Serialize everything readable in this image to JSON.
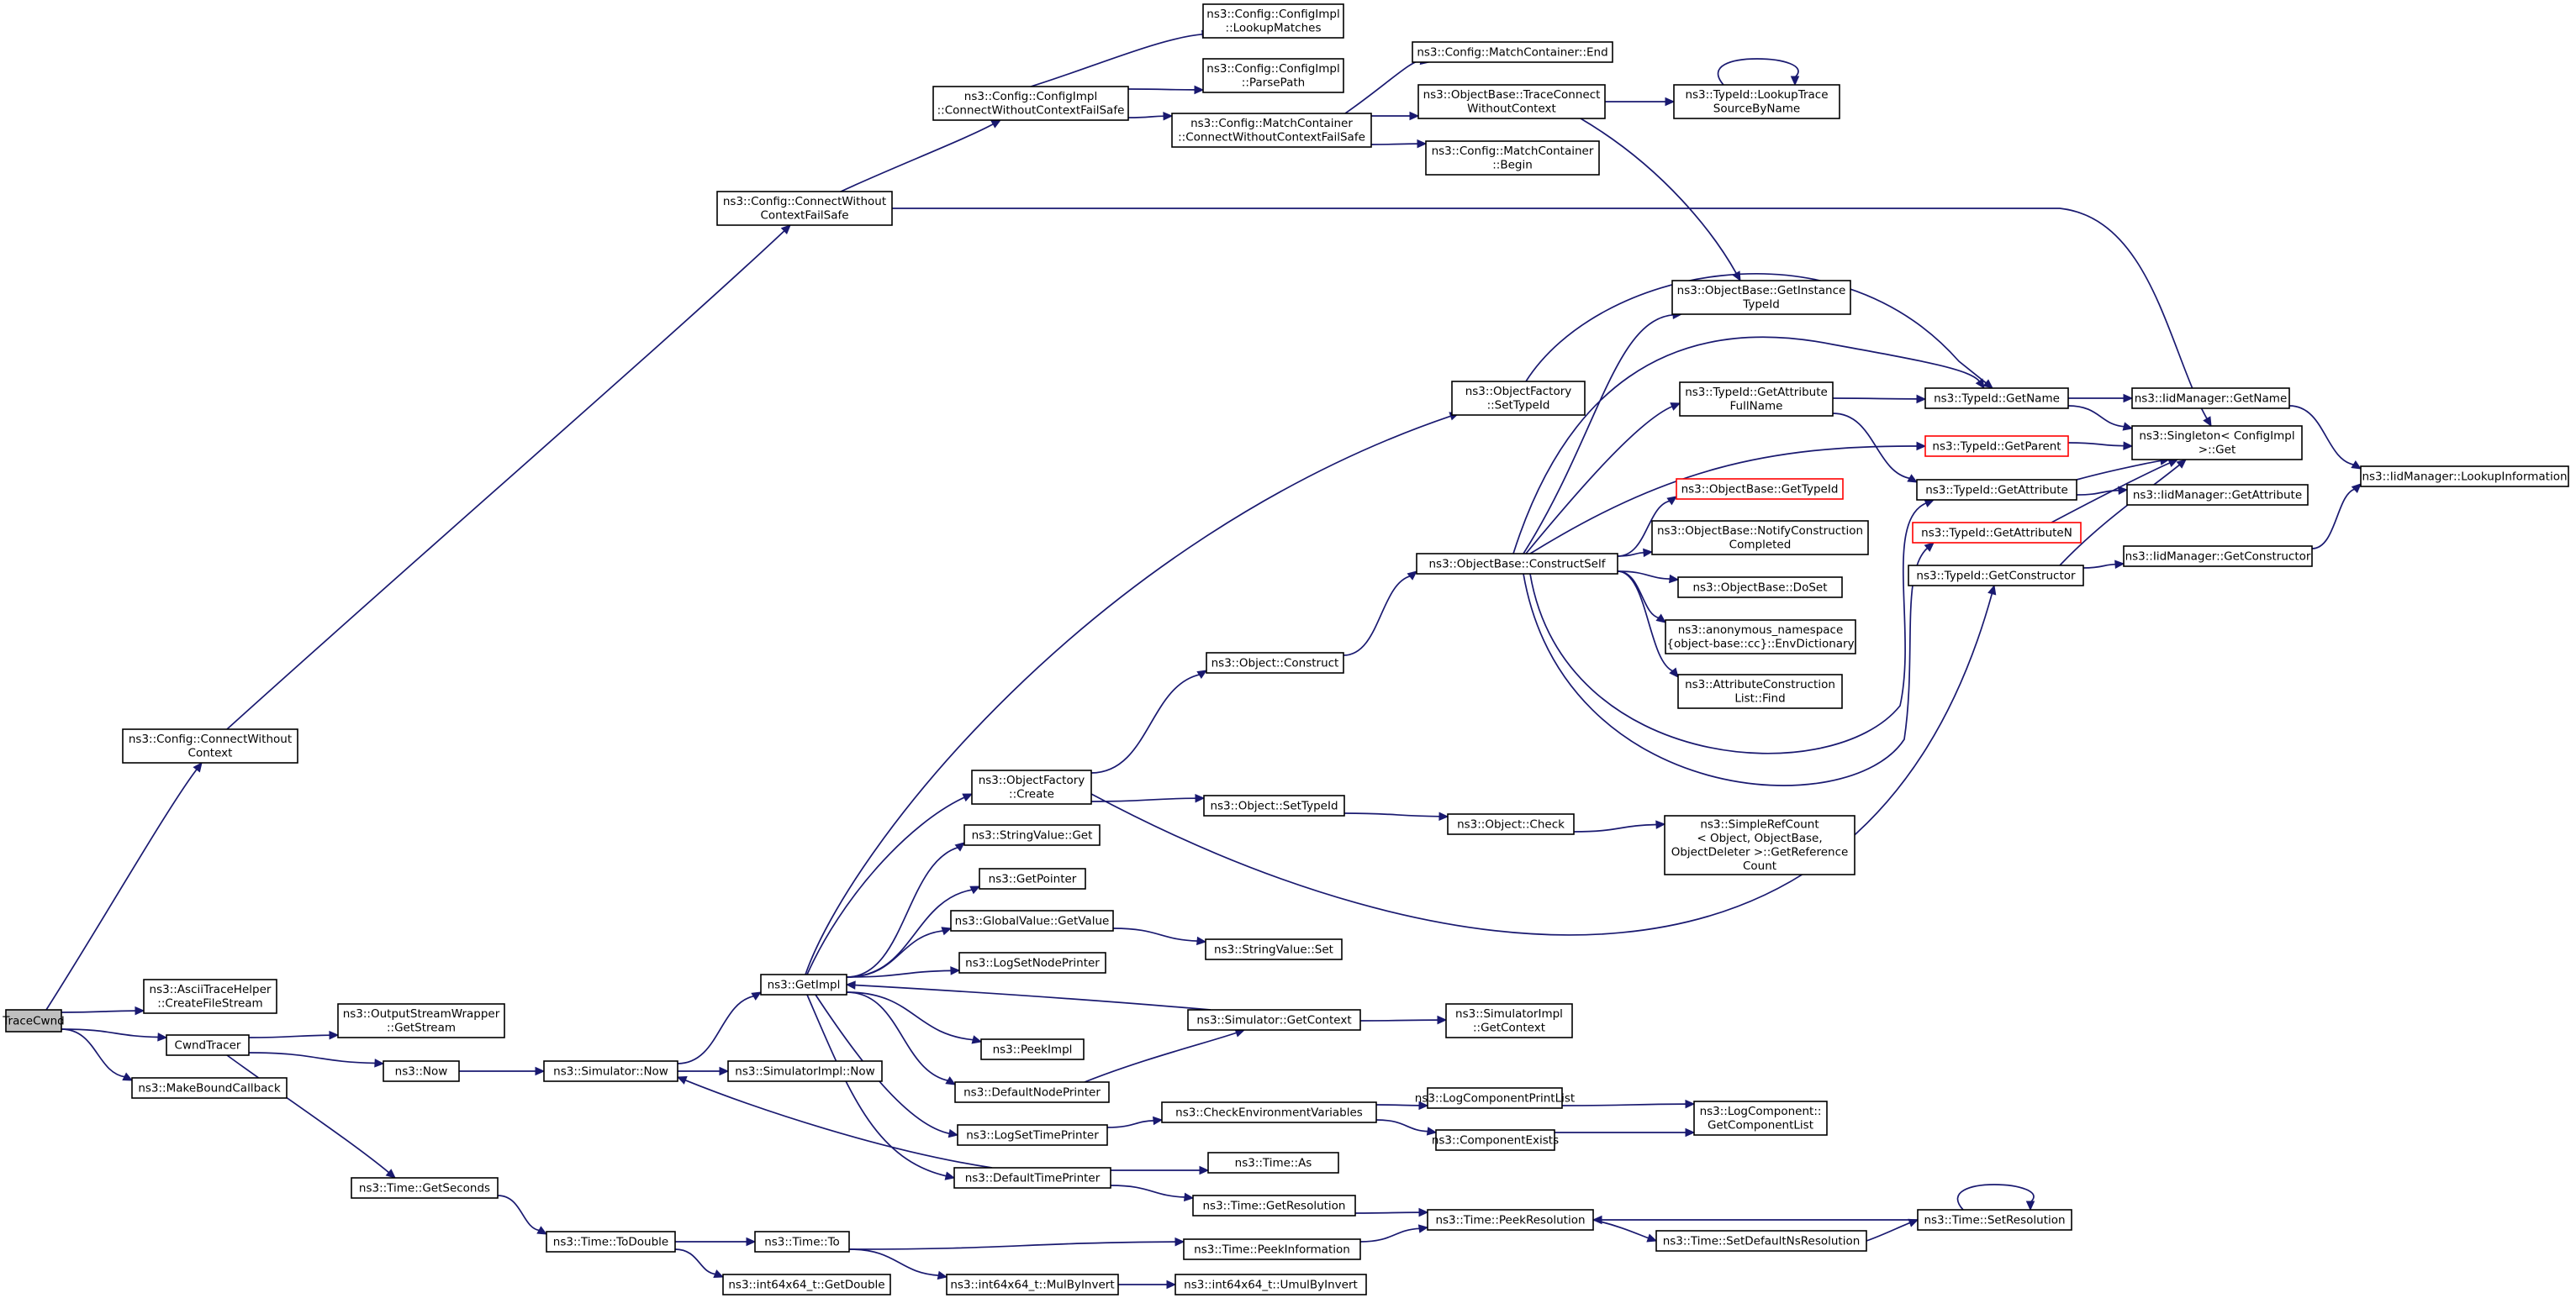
{
  "graph": {
    "title": "",
    "edge_color": "#191970",
    "root_fill": "#bfbfbf",
    "truncated_border": "#ff0000",
    "nodes": [
      {
        "id": "TraceCwnd",
        "lines": [
          "TraceCwnd"
        ],
        "root": true
      },
      {
        "id": "ConnectWithoutContext",
        "lines": [
          "ns3::Config::ConnectWithout",
          "Context"
        ]
      },
      {
        "id": "CreateFileStream",
        "lines": [
          "ns3::AsciiTraceHelper",
          "::CreateFileStream"
        ]
      },
      {
        "id": "CwndTracer",
        "lines": [
          "CwndTracer"
        ]
      },
      {
        "id": "MakeBoundCallback",
        "lines": [
          "ns3::MakeBoundCallback"
        ]
      },
      {
        "id": "ConnectWithoutContextFailSafe",
        "lines": [
          "ns3::Config::ConnectWithout",
          "ContextFailSafe"
        ]
      },
      {
        "id": "CIConnectFailSafe",
        "lines": [
          "ns3::Config::ConfigImpl",
          "::ConnectWithoutContextFailSafe"
        ]
      },
      {
        "id": "LookupMatches",
        "lines": [
          "ns3::Config::ConfigImpl",
          "::LookupMatches"
        ]
      },
      {
        "id": "ParsePath",
        "lines": [
          "ns3::Config::ConfigImpl",
          "::ParsePath"
        ]
      },
      {
        "id": "MCConnect",
        "lines": [
          "ns3::Config::MatchContainer",
          "::ConnectWithoutContextFailSafe"
        ]
      },
      {
        "id": "MCEnd",
        "lines": [
          "ns3::Config::MatchContainer::End"
        ]
      },
      {
        "id": "TraceConnect",
        "lines": [
          "ns3::ObjectBase::TraceConnect",
          "WithoutContext"
        ]
      },
      {
        "id": "MCBegin",
        "lines": [
          "ns3::Config::MatchContainer",
          "::Begin"
        ]
      },
      {
        "id": "LookupTrace",
        "lines": [
          "ns3::TypeId::LookupTrace",
          "SourceByName"
        ]
      },
      {
        "id": "GetInstanceTypeId",
        "lines": [
          "ns3::ObjectBase::GetInstance",
          "TypeId"
        ]
      },
      {
        "id": "GetAttributeFullName",
        "lines": [
          "ns3::TypeId::GetAttribute",
          "FullName"
        ]
      },
      {
        "id": "GetName",
        "lines": [
          "ns3::TypeId::GetName"
        ]
      },
      {
        "id": "IidGetName",
        "lines": [
          "ns3::IidManager::GetName"
        ]
      },
      {
        "id": "GetParent",
        "lines": [
          "ns3::TypeId::GetParent"
        ],
        "truncated": true
      },
      {
        "id": "SingletonGet",
        "lines": [
          "ns3::Singleton< ConfigImpl",
          "  >::Get"
        ]
      },
      {
        "id": "LookupInformation",
        "lines": [
          "ns3::IidManager::LookupInformation"
        ]
      },
      {
        "id": "GetAttribute",
        "lines": [
          "ns3::TypeId::GetAttribute"
        ]
      },
      {
        "id": "IidGetAttribute",
        "lines": [
          "ns3::IidManager::GetAttribute"
        ]
      },
      {
        "id": "GetAttributeN",
        "lines": [
          "ns3::TypeId::GetAttributeN"
        ],
        "truncated": true
      },
      {
        "id": "GetConstructor",
        "lines": [
          "ns3::TypeId::GetConstructor"
        ]
      },
      {
        "id": "IidGetConstructor",
        "lines": [
          "ns3::IidManager::GetConstructor"
        ]
      },
      {
        "id": "SetTypeId",
        "lines": [
          "ns3::ObjectFactory",
          "::SetTypeId"
        ]
      },
      {
        "id": "GetTypeId",
        "lines": [
          "ns3::ObjectBase::GetTypeId"
        ],
        "truncated": true
      },
      {
        "id": "NotifyConstruction",
        "lines": [
          "ns3::ObjectBase::NotifyConstruction",
          "Completed"
        ]
      },
      {
        "id": "ConstructSelf",
        "lines": [
          "ns3::ObjectBase::ConstructSelf"
        ]
      },
      {
        "id": "DoSet",
        "lines": [
          "ns3::ObjectBase::DoSet"
        ]
      },
      {
        "id": "EnvDictionary",
        "lines": [
          "ns3::anonymous_namespace",
          "{object-base::cc}::EnvDictionary"
        ]
      },
      {
        "id": "ACLFind",
        "lines": [
          "ns3::AttributeConstruction",
          "List::Find"
        ]
      },
      {
        "id": "ObjectConstruct",
        "lines": [
          "ns3::Object::Construct"
        ]
      },
      {
        "id": "OFCreate",
        "lines": [
          "ns3::ObjectFactory",
          "::Create"
        ]
      },
      {
        "id": "ObjSetTypeId",
        "lines": [
          "ns3::Object::SetTypeId"
        ]
      },
      {
        "id": "ObjCheck",
        "lines": [
          "ns3::Object::Check"
        ]
      },
      {
        "id": "GetReferenceCount",
        "lines": [
          "ns3::SimpleRefCount",
          "< Object, ObjectBase,",
          "ObjectDeleter >::GetReference",
          "Count"
        ]
      },
      {
        "id": "StringValueGet",
        "lines": [
          "ns3::StringValue::Get"
        ]
      },
      {
        "id": "GetPointer",
        "lines": [
          "ns3::GetPointer"
        ]
      },
      {
        "id": "GVGetValue",
        "lines": [
          "ns3::GlobalValue::GetValue"
        ]
      },
      {
        "id": "StringValueSet",
        "lines": [
          "ns3::StringValue::Set"
        ]
      },
      {
        "id": "LogSetNodePrinter",
        "lines": [
          "ns3::LogSetNodePrinter"
        ]
      },
      {
        "id": "GetImpl",
        "lines": [
          "ns3::GetImpl"
        ]
      },
      {
        "id": "SimGetContext",
        "lines": [
          "ns3::Simulator::GetContext"
        ]
      },
      {
        "id": "SimImplGetContext",
        "lines": [
          "ns3::SimulatorImpl",
          "::GetContext"
        ]
      },
      {
        "id": "PeekImpl",
        "lines": [
          "ns3::PeekImpl"
        ]
      },
      {
        "id": "OSWGetStream",
        "lines": [
          "ns3::OutputStreamWrapper",
          "::GetStream"
        ]
      },
      {
        "id": "Now",
        "lines": [
          "ns3::Now"
        ]
      },
      {
        "id": "SimNow",
        "lines": [
          "ns3::Simulator::Now"
        ]
      },
      {
        "id": "SimImplNow",
        "lines": [
          "ns3::SimulatorImpl::Now"
        ]
      },
      {
        "id": "DefaultNodePrinter",
        "lines": [
          "ns3::DefaultNodePrinter"
        ]
      },
      {
        "id": "LogSetTimePrinter",
        "lines": [
          "ns3::LogSetTimePrinter"
        ]
      },
      {
        "id": "CheckEnv",
        "lines": [
          "ns3::CheckEnvironmentVariables"
        ]
      },
      {
        "id": "LogComponentPrintList",
        "lines": [
          "ns3::LogComponentPrintList"
        ]
      },
      {
        "id": "ComponentExists",
        "lines": [
          "ns3::ComponentExists"
        ]
      },
      {
        "id": "GetComponentList",
        "lines": [
          "ns3::LogComponent::",
          "GetComponentList"
        ]
      },
      {
        "id": "DefaultTimePrinter",
        "lines": [
          "ns3::DefaultTimePrinter"
        ]
      },
      {
        "id": "TimeAs",
        "lines": [
          "ns3::Time::As"
        ]
      },
      {
        "id": "GetResolution",
        "lines": [
          "ns3::Time::GetResolution"
        ]
      },
      {
        "id": "PeekResolution",
        "lines": [
          "ns3::Time::PeekResolution"
        ]
      },
      {
        "id": "SetResolution",
        "lines": [
          "ns3::Time::SetResolution"
        ]
      },
      {
        "id": "SetDefaultNsResolution",
        "lines": [
          "ns3::Time::SetDefaultNsResolution"
        ]
      },
      {
        "id": "GetSeconds",
        "lines": [
          "ns3::Time::GetSeconds"
        ]
      },
      {
        "id": "ToDouble",
        "lines": [
          "ns3::Time::ToDouble"
        ]
      },
      {
        "id": "TimeTo",
        "lines": [
          "ns3::Time::To"
        ]
      },
      {
        "id": "PeekInformation",
        "lines": [
          "ns3::Time::PeekInformation"
        ]
      },
      {
        "id": "GetDouble",
        "lines": [
          "ns3::int64x64_t::GetDouble"
        ]
      },
      {
        "id": "MulByInvert",
        "lines": [
          "ns3::int64x64_t::MulByInvert"
        ]
      },
      {
        "id": "UmulByInvert",
        "lines": [
          "ns3::int64x64_t::UmulByInvert"
        ]
      }
    ],
    "edges": [
      [
        "TraceCwnd",
        "ConnectWithoutContext"
      ],
      [
        "TraceCwnd",
        "CreateFileStream"
      ],
      [
        "TraceCwnd",
        "CwndTracer"
      ],
      [
        "TraceCwnd",
        "MakeBoundCallback"
      ],
      [
        "ConnectWithoutContext",
        "ConnectWithoutContextFailSafe"
      ],
      [
        "ConnectWithoutContextFailSafe",
        "CIConnectFailSafe"
      ],
      [
        "ConnectWithoutContextFailSafe",
        "SingletonGet"
      ],
      [
        "CIConnectFailSafe",
        "LookupMatches"
      ],
      [
        "CIConnectFailSafe",
        "ParsePath"
      ],
      [
        "CIConnectFailSafe",
        "MCConnect"
      ],
      [
        "MCConnect",
        "MCEnd"
      ],
      [
        "MCConnect",
        "TraceConnect"
      ],
      [
        "MCConnect",
        "MCBegin"
      ],
      [
        "TraceConnect",
        "LookupTrace"
      ],
      [
        "TraceConnect",
        "GetInstanceTypeId"
      ],
      [
        "LookupTrace",
        "LookupTrace"
      ],
      [
        "CwndTracer",
        "OSWGetStream"
      ],
      [
        "CwndTracer",
        "Now"
      ],
      [
        "CwndTracer",
        "GetSeconds"
      ],
      [
        "Now",
        "SimNow"
      ],
      [
        "SimNow",
        "GetImpl"
      ],
      [
        "SimNow",
        "SimImplNow"
      ],
      [
        "GetImpl",
        "SetTypeId"
      ],
      [
        "GetImpl",
        "OFCreate"
      ],
      [
        "GetImpl",
        "StringValueGet"
      ],
      [
        "GetImpl",
        "GetPointer"
      ],
      [
        "GetImpl",
        "GVGetValue"
      ],
      [
        "GetImpl",
        "LogSetNodePrinter"
      ],
      [
        "GetImpl",
        "PeekImpl"
      ],
      [
        "GetImpl",
        "DefaultNodePrinter"
      ],
      [
        "GetImpl",
        "LogSetTimePrinter"
      ],
      [
        "GetImpl",
        "DefaultTimePrinter"
      ],
      [
        "SetTypeId",
        "GetName"
      ],
      [
        "OFCreate",
        "ObjectConstruct"
      ],
      [
        "OFCreate",
        "ObjSetTypeId"
      ],
      [
        "OFCreate",
        "GetConstructor"
      ],
      [
        "ObjectConstruct",
        "ConstructSelf"
      ],
      [
        "ConstructSelf",
        "GetInstanceTypeId"
      ],
      [
        "ConstructSelf",
        "GetName"
      ],
      [
        "ConstructSelf",
        "GetAttributeFullName"
      ],
      [
        "ConstructSelf",
        "GetParent"
      ],
      [
        "ConstructSelf",
        "GetTypeId"
      ],
      [
        "ConstructSelf",
        "NotifyConstruction"
      ],
      [
        "ConstructSelf",
        "DoSet"
      ],
      [
        "ConstructSelf",
        "EnvDictionary"
      ],
      [
        "ConstructSelf",
        "ACLFind"
      ],
      [
        "ConstructSelf",
        "GetAttribute"
      ],
      [
        "ConstructSelf",
        "GetAttributeN"
      ],
      [
        "GetAttributeFullName",
        "GetName"
      ],
      [
        "GetAttributeFullName",
        "GetAttribute"
      ],
      [
        "GetName",
        "IidGetName"
      ],
      [
        "GetName",
        "SingletonGet"
      ],
      [
        "IidGetName",
        "LookupInformation"
      ],
      [
        "GetParent",
        "SingletonGet"
      ],
      [
        "GetAttribute",
        "SingletonGet"
      ],
      [
        "GetAttribute",
        "IidGetAttribute"
      ],
      [
        "GetAttributeN",
        "SingletonGet"
      ],
      [
        "GetConstructor",
        "SingletonGet"
      ],
      [
        "GetConstructor",
        "IidGetConstructor"
      ],
      [
        "IidGetConstructor",
        "LookupInformation"
      ],
      [
        "ObjSetTypeId",
        "ObjCheck"
      ],
      [
        "ObjCheck",
        "GetReferenceCount"
      ],
      [
        "GVGetValue",
        "StringValueSet"
      ],
      [
        "SimGetContext",
        "GetImpl"
      ],
      [
        "SimGetContext",
        "SimImplGetContext"
      ],
      [
        "DefaultNodePrinter",
        "SimGetContext"
      ],
      [
        "LogSetTimePrinter",
        "CheckEnv"
      ],
      [
        "CheckEnv",
        "LogComponentPrintList"
      ],
      [
        "CheckEnv",
        "ComponentExists"
      ],
      [
        "LogComponentPrintList",
        "GetComponentList"
      ],
      [
        "ComponentExists",
        "GetComponentList"
      ],
      [
        "DefaultTimePrinter",
        "SimNow"
      ],
      [
        "DefaultTimePrinter",
        "TimeAs"
      ],
      [
        "DefaultTimePrinter",
        "GetResolution"
      ],
      [
        "GetResolution",
        "PeekResolution"
      ],
      [
        "PeekResolution",
        "SetDefaultNsResolution"
      ],
      [
        "SetDefaultNsResolution",
        "SetResolution"
      ],
      [
        "SetResolution",
        "PeekResolution"
      ],
      [
        "SetResolution",
        "SetResolution"
      ],
      [
        "GetSeconds",
        "ToDouble"
      ],
      [
        "ToDouble",
        "TimeTo"
      ],
      [
        "ToDouble",
        "GetDouble"
      ],
      [
        "TimeTo",
        "PeekInformation"
      ],
      [
        "TimeTo",
        "MulByInvert"
      ],
      [
        "PeekInformation",
        "PeekResolution"
      ],
      [
        "MulByInvert",
        "UmulByInvert"
      ]
    ]
  }
}
